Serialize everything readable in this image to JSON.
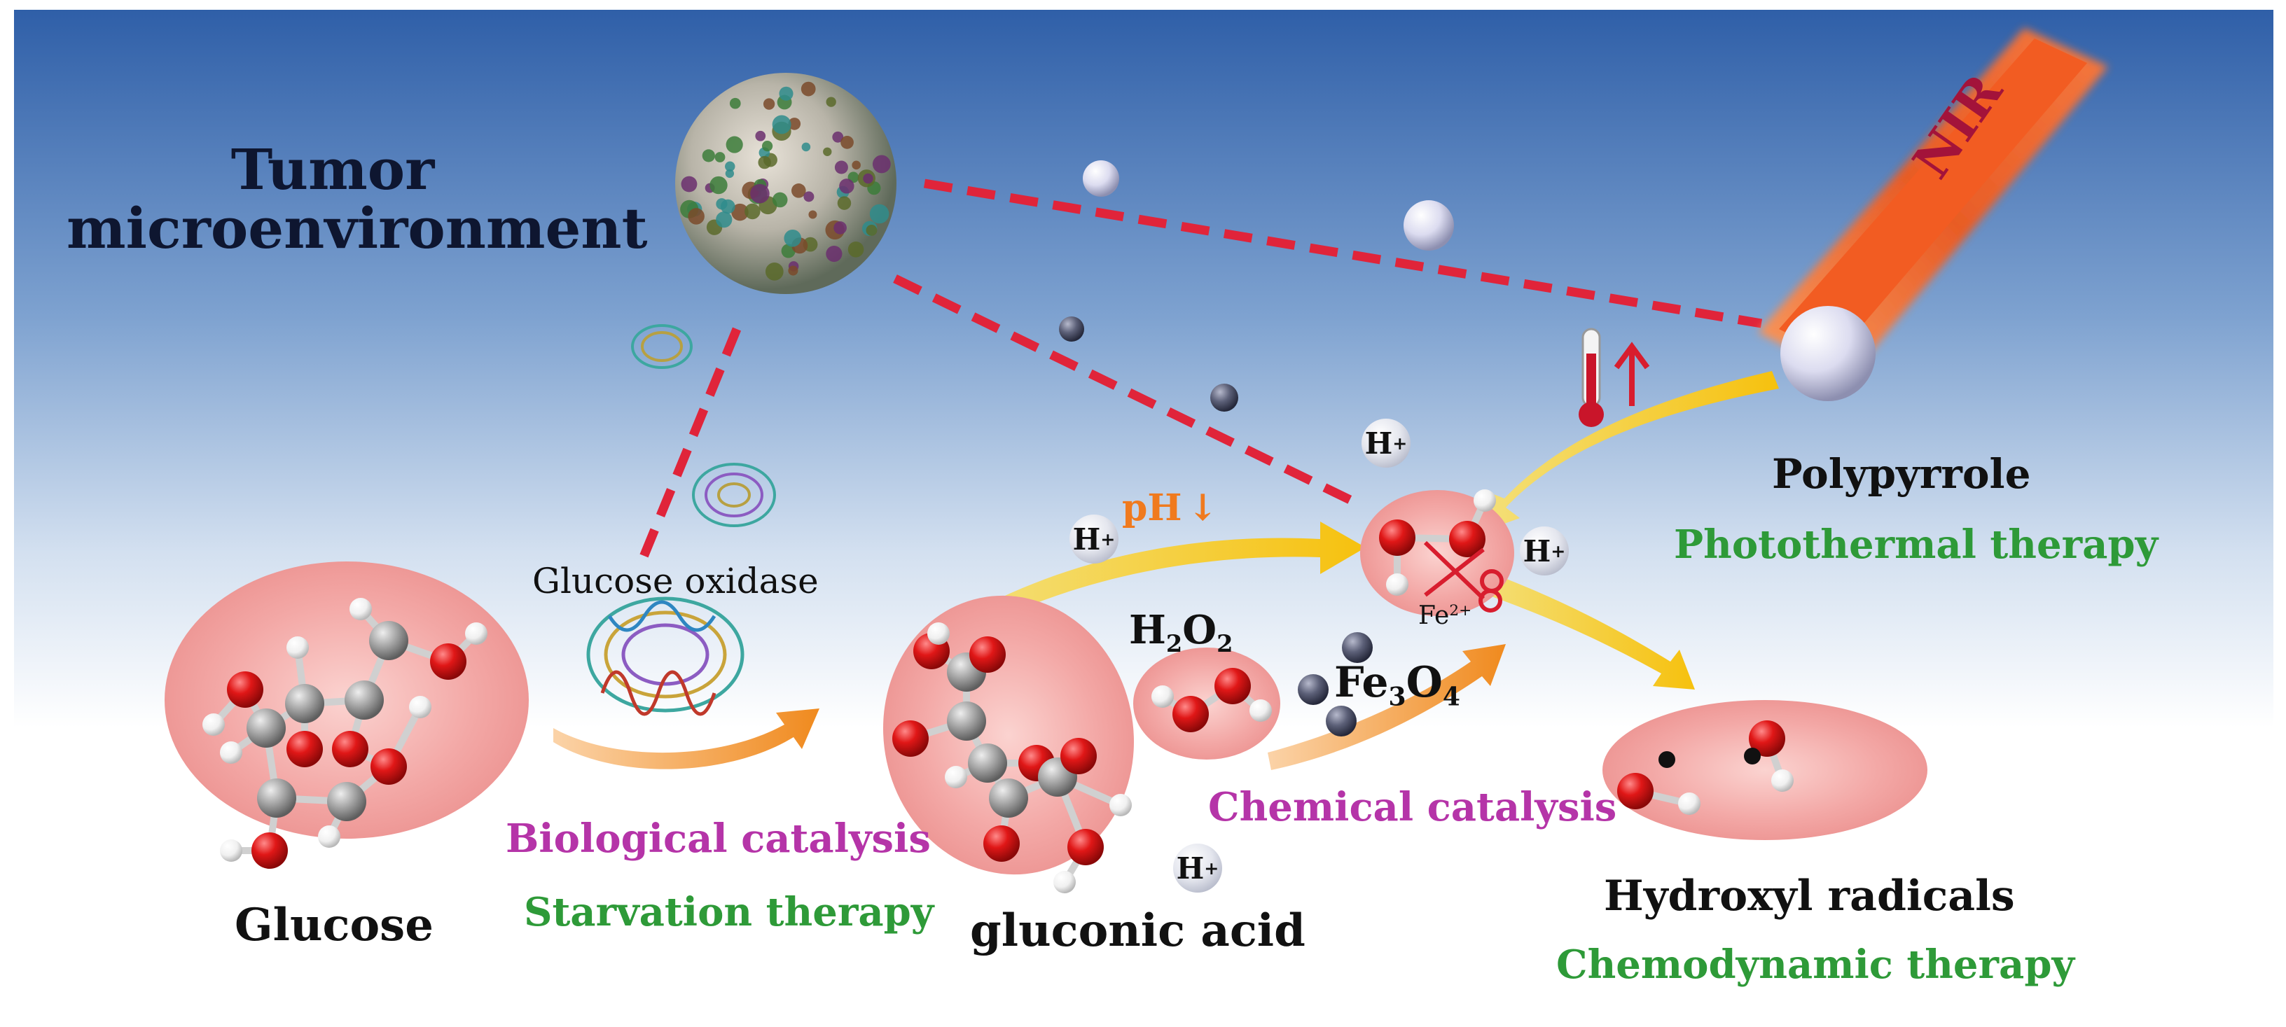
{
  "labels": {
    "tumor_line1": "Tumor",
    "tumor_line2": "microenvironment",
    "nir": "NIR",
    "polypyrrole": "Polypyrrole",
    "photothermal": "Photothermal therapy",
    "glucose_oxidase": "Glucose oxidase",
    "glucose": "Glucose",
    "gluconic_acid": "gluconic acid",
    "biological_catalysis": "Biological catalysis",
    "starvation_therapy": "Starvation therapy",
    "chemical_catalysis": "Chemical catalysis",
    "hydroxyl_radicals": "Hydroxyl radicals",
    "chemodynamic_therapy": "Chemodynamic therapy",
    "ph": "pH",
    "ph_arrow": "↓",
    "h2o2": {
      "main": "H",
      "sub1": "2",
      "mid": "O",
      "sub2": "2"
    },
    "fe3o4": {
      "main": "Fe",
      "sub1": "3",
      "mid": "O",
      "sub2": "4"
    },
    "fe2": {
      "main": "Fe",
      "sup": "2+"
    },
    "h_ion": {
      "main": "H",
      "sup": "+"
    }
  },
  "colors": {
    "background_top": "#2f5fa8",
    "background_mid": "#8fb0d6",
    "background_bottom": "#ffffff",
    "dashed_line": "#e0243a",
    "arrow_yellow": "#f6cf1e",
    "arrow_orange": "#f08a1e",
    "therapy_green": "#2e9a38",
    "catalysis_magenta": "#b534a8",
    "molecule_blob": "#f2a4a4",
    "oxygen_atom": "#d71a1a",
    "carbon_atom": "#9a9a9a",
    "hydrogen_atom": "#f4f4f4",
    "nir_beam": "#f15a22",
    "nir_text": "#a3133a",
    "polypyrrole_sphere": "#d8d8ea",
    "fe_particle": "#5c6078"
  },
  "icons": [
    "nanoparticle-icon",
    "enzyme-icon",
    "thermometer-icon",
    "up-arrow-icon",
    "scissors-icon",
    "molecule-icon"
  ]
}
